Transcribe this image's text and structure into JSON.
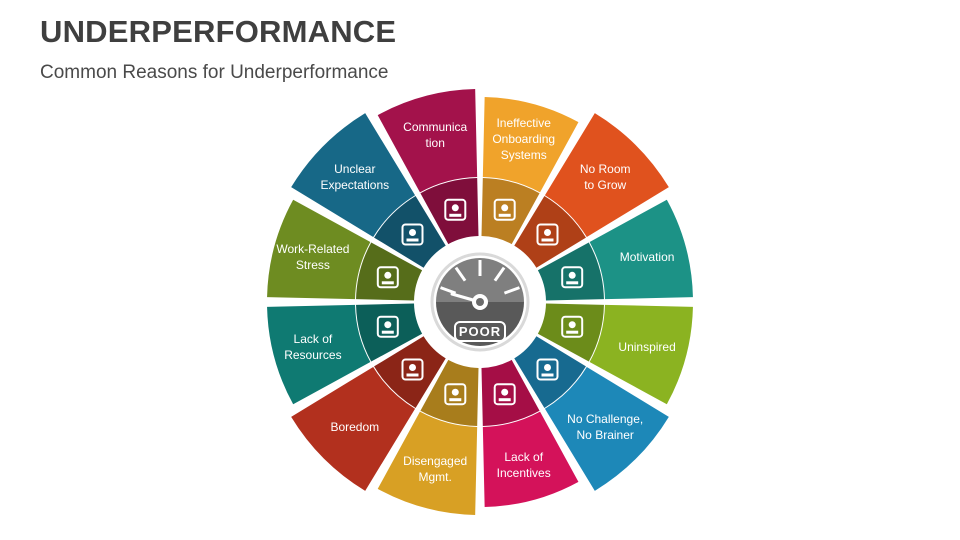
{
  "header": {
    "title": "UNDERPERFORMANCE",
    "subtitle": "Common Reasons for Underperformance"
  },
  "gauge": {
    "label": "POOR",
    "top_color": "#7f7f7f",
    "bottom_color": "#595959"
  },
  "segments": [
    {
      "id": "communication",
      "label": [
        "Communica",
        "tion"
      ],
      "color": "#a3124b",
      "icon": "chat-bubbles-icon"
    },
    {
      "id": "onboarding",
      "label": [
        "Ineffective",
        "Onboarding",
        "Systems"
      ],
      "color": "#f0a32b",
      "icon": "document-search-icon"
    },
    {
      "id": "no-room",
      "label": [
        "No Room",
        "to Grow"
      ],
      "color": "#e0521e",
      "icon": "growth-chart-icon"
    },
    {
      "id": "motivation",
      "label": [
        "Motivation"
      ],
      "color": "#1c9286",
      "icon": "raised-fist-icon"
    },
    {
      "id": "uninspired",
      "label": [
        "Uninspired"
      ],
      "color": "#8bb321",
      "icon": "person-at-desk-icon"
    },
    {
      "id": "no-challenge",
      "label": [
        "No Challenge,",
        "No Brainer"
      ],
      "color": "#1d88b8",
      "icon": "climbing-stairs-icon"
    },
    {
      "id": "incentives",
      "label": [
        "Lack of",
        "Incentives"
      ],
      "color": "#d4125a",
      "icon": "gift-box-icon"
    },
    {
      "id": "disengaged",
      "label": [
        "Disengaged",
        "Mgmt."
      ],
      "color": "#d8a024",
      "icon": "two-people-arrows-icon"
    },
    {
      "id": "boredom",
      "label": [
        "Boredom"
      ],
      "color": "#b2301e",
      "icon": "bored-person-icon"
    },
    {
      "id": "resources",
      "label": [
        "Lack of",
        "Resources"
      ],
      "color": "#0f7a72",
      "icon": "team-cycle-icon"
    },
    {
      "id": "stress",
      "label": [
        "Work-Related",
        "Stress"
      ],
      "color": "#6e8c21",
      "icon": "stressed-worker-icon"
    },
    {
      "id": "expectations",
      "label": [
        "Unclear",
        "Expectations"
      ],
      "color": "#176887",
      "icon": "presenter-chart-icon"
    }
  ]
}
